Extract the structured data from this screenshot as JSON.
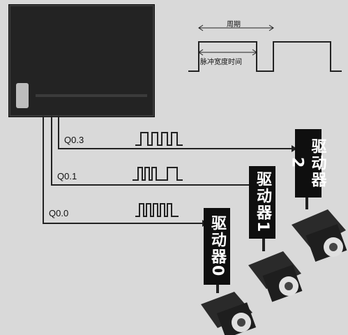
{
  "waveform": {
    "period_label": "周期",
    "pulse_width_label": "脉冲宽度时间"
  },
  "signals": [
    {
      "label": "Q0.3"
    },
    {
      "label": "Q0.1"
    },
    {
      "label": "Q0.0"
    }
  ],
  "drivers": [
    {
      "label": "驱动器2"
    },
    {
      "label": "驱动器1"
    },
    {
      "label": "驱动器0"
    }
  ]
}
